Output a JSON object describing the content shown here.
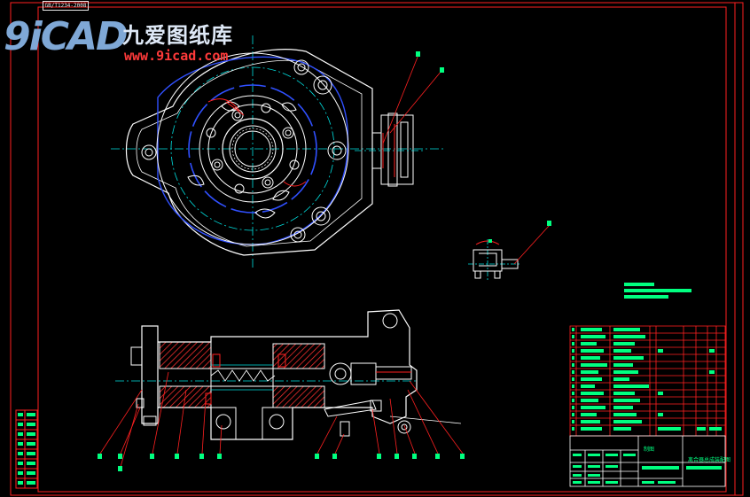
{
  "watermark": {
    "logo_text": "9iCAD",
    "site_name": "九爱图纸库",
    "url": "www.9icad.com"
  },
  "drawing": {
    "reference_code": "GB/T1234-2008",
    "title_block": {
      "row1": "制图",
      "row2": "离合器总成装配图"
    },
    "part_numbers": [
      "1",
      "2",
      "3",
      "4",
      "5",
      "6",
      "7",
      "8",
      "9",
      "10",
      "11",
      "12",
      "13",
      "14"
    ],
    "colors": {
      "outline": "#ffffff",
      "centerline": "#00e0e0",
      "leader": "#ff2020",
      "hatch": "#ff3030",
      "text_green": "#00ff80",
      "hidden": "#3050ff",
      "frame": "#ff2020"
    }
  }
}
